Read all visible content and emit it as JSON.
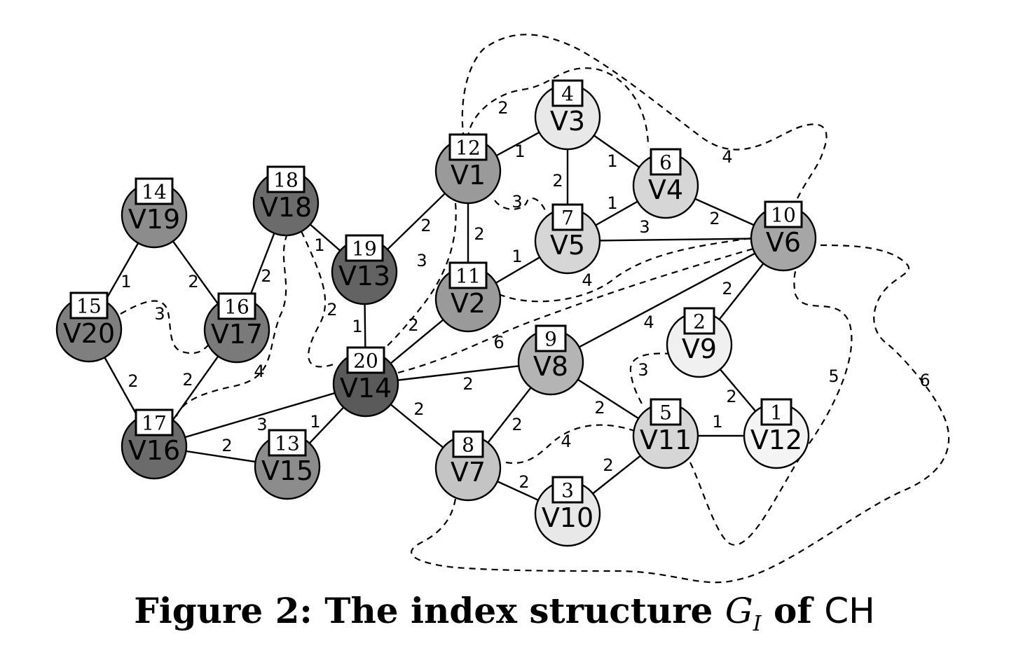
{
  "caption": {
    "prefix": "Figure 2: The index structure ",
    "math_base": "G",
    "math_sub": "I",
    "mid": " of ",
    "method": "CH"
  },
  "nodes": [
    {
      "id": "V1",
      "rank": "12",
      "fill": "#9a9a9a"
    },
    {
      "id": "V2",
      "rank": "11",
      "fill": "#9a9a9a"
    },
    {
      "id": "V3",
      "rank": "4",
      "fill": "#e8e8e8"
    },
    {
      "id": "V4",
      "rank": "6",
      "fill": "#d6d6d6"
    },
    {
      "id": "V5",
      "rank": "7",
      "fill": "#d6d6d6"
    },
    {
      "id": "V6",
      "rank": "10",
      "fill": "#a6a6a6"
    },
    {
      "id": "V7",
      "rank": "8",
      "fill": "#c4c4c4"
    },
    {
      "id": "V8",
      "rank": "9",
      "fill": "#b4b4b4"
    },
    {
      "id": "V9",
      "rank": "2",
      "fill": "#f0f0f0"
    },
    {
      "id": "V10",
      "rank": "3",
      "fill": "#e8e8e8"
    },
    {
      "id": "V11",
      "rank": "5",
      "fill": "#d6d6d6"
    },
    {
      "id": "V12",
      "rank": "1",
      "fill": "#f4f4f4"
    },
    {
      "id": "V13",
      "rank": "19",
      "fill": "#636363"
    },
    {
      "id": "V14",
      "rank": "20",
      "fill": "#5a5a5a"
    },
    {
      "id": "V15",
      "rank": "13",
      "fill": "#8c8c8c"
    },
    {
      "id": "V16",
      "rank": "17",
      "fill": "#6b6b6b"
    },
    {
      "id": "V17",
      "rank": "16",
      "fill": "#7a7a7a"
    },
    {
      "id": "V18",
      "rank": "18",
      "fill": "#6b6b6b"
    },
    {
      "id": "V19",
      "rank": "14",
      "fill": "#8c8c8c"
    },
    {
      "id": "V20",
      "rank": "15",
      "fill": "#7f7f7f"
    }
  ],
  "edges": [
    {
      "from": "V1",
      "to": "V3",
      "weight": "1"
    },
    {
      "from": "V1",
      "to": "V2",
      "weight": "2"
    },
    {
      "from": "V1",
      "to": "V13",
      "weight": "2"
    },
    {
      "from": "V3",
      "to": "V5",
      "weight": "2"
    },
    {
      "from": "V3",
      "to": "V4",
      "weight": "1"
    },
    {
      "from": "V4",
      "to": "V5",
      "weight": "1"
    },
    {
      "from": "V4",
      "to": "V6",
      "weight": "2"
    },
    {
      "from": "V5",
      "to": "V6",
      "weight": "3"
    },
    {
      "from": "V5",
      "to": "V2",
      "weight": "1"
    },
    {
      "from": "V6",
      "to": "V8",
      "weight": "4"
    },
    {
      "from": "V6",
      "to": "V9",
      "weight": "2"
    },
    {
      "from": "V9",
      "to": "V12",
      "weight": "2"
    },
    {
      "from": "V11",
      "to": "V12",
      "weight": "1"
    },
    {
      "from": "V8",
      "to": "V11",
      "weight": "2"
    },
    {
      "from": "V8",
      "to": "V7",
      "weight": "2"
    },
    {
      "from": "V10",
      "to": "V11",
      "weight": "2"
    },
    {
      "from": "V7",
      "to": "V10",
      "weight": "2"
    },
    {
      "from": "V14",
      "to": "V7",
      "weight": "2"
    },
    {
      "from": "V14",
      "to": "V8",
      "weight": "2"
    },
    {
      "from": "V14",
      "to": "V2",
      "weight": "2"
    },
    {
      "from": "V13",
      "to": "V14",
      "weight": "1"
    },
    {
      "from": "V18",
      "to": "V13",
      "weight": "1"
    },
    {
      "from": "V18",
      "to": "V17",
      "weight": "2"
    },
    {
      "from": "V19",
      "to": "V17",
      "weight": "2"
    },
    {
      "from": "V19",
      "to": "V20",
      "weight": "1"
    },
    {
      "from": "V20",
      "to": "V16",
      "weight": "2"
    },
    {
      "from": "V17",
      "to": "V16",
      "weight": "2"
    },
    {
      "from": "V16",
      "to": "V14",
      "weight": "3"
    },
    {
      "from": "V16",
      "to": "V15",
      "weight": "2"
    },
    {
      "from": "V15",
      "to": "V14",
      "weight": "1"
    }
  ],
  "shortcuts": [
    {
      "from": "V1",
      "to": "V5",
      "weight": "3"
    },
    {
      "from": "V1",
      "to": "V14",
      "weight": "3"
    },
    {
      "from": "V1",
      "to": "V4",
      "weight": "2"
    },
    {
      "from": "V1",
      "to": "V6",
      "weight": "4"
    },
    {
      "from": "V2",
      "to": "V6",
      "weight": "4"
    },
    {
      "from": "V14",
      "to": "V6",
      "weight": "6"
    },
    {
      "from": "V18",
      "to": "V14",
      "weight": "2"
    },
    {
      "from": "V18",
      "to": "V16",
      "weight": "4"
    },
    {
      "from": "V20",
      "to": "V17",
      "weight": "3"
    },
    {
      "from": "V9",
      "to": "V11",
      "weight": "3"
    },
    {
      "from": "V7",
      "to": "V11",
      "weight": "4"
    },
    {
      "from": "V11",
      "to": "V6",
      "weight": "5"
    },
    {
      "from": "V7",
      "to": "V6",
      "weight": "6"
    }
  ]
}
